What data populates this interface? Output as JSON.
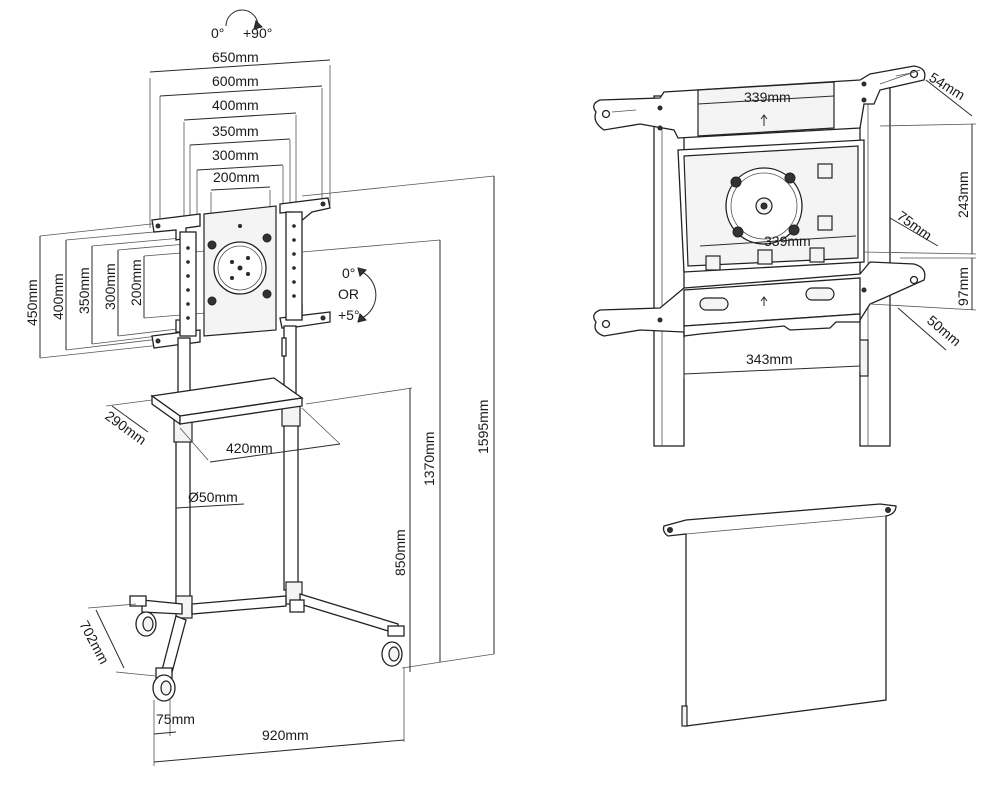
{
  "rotation": {
    "from": "0°",
    "to": "+90°"
  },
  "tilt": {
    "line1": "0°",
    "line2": "OR",
    "line3": "+5°"
  },
  "vesa_width": [
    "650mm",
    "600mm",
    "400mm",
    "350mm",
    "300mm",
    "200mm"
  ],
  "vesa_height": [
    "450mm",
    "400mm",
    "350mm",
    "300mm",
    "200mm"
  ],
  "shelf": {
    "depth": "290mm",
    "width": "420mm"
  },
  "pole_diameter": "Ø50mm",
  "heights": {
    "total": "1595mm",
    "max_center": "1370mm",
    "min_center": "850mm"
  },
  "base": {
    "depth": "702mm",
    "wheel": "75mm",
    "width": "920mm"
  },
  "bracket_detail": {
    "top_width": "339mm",
    "plate_width": "339mm",
    "depth_top": "54mm",
    "height": "243mm",
    "offset": "75mm",
    "lower": "97mm",
    "clip_depth": "50mm",
    "bottom_width": "343mm"
  }
}
